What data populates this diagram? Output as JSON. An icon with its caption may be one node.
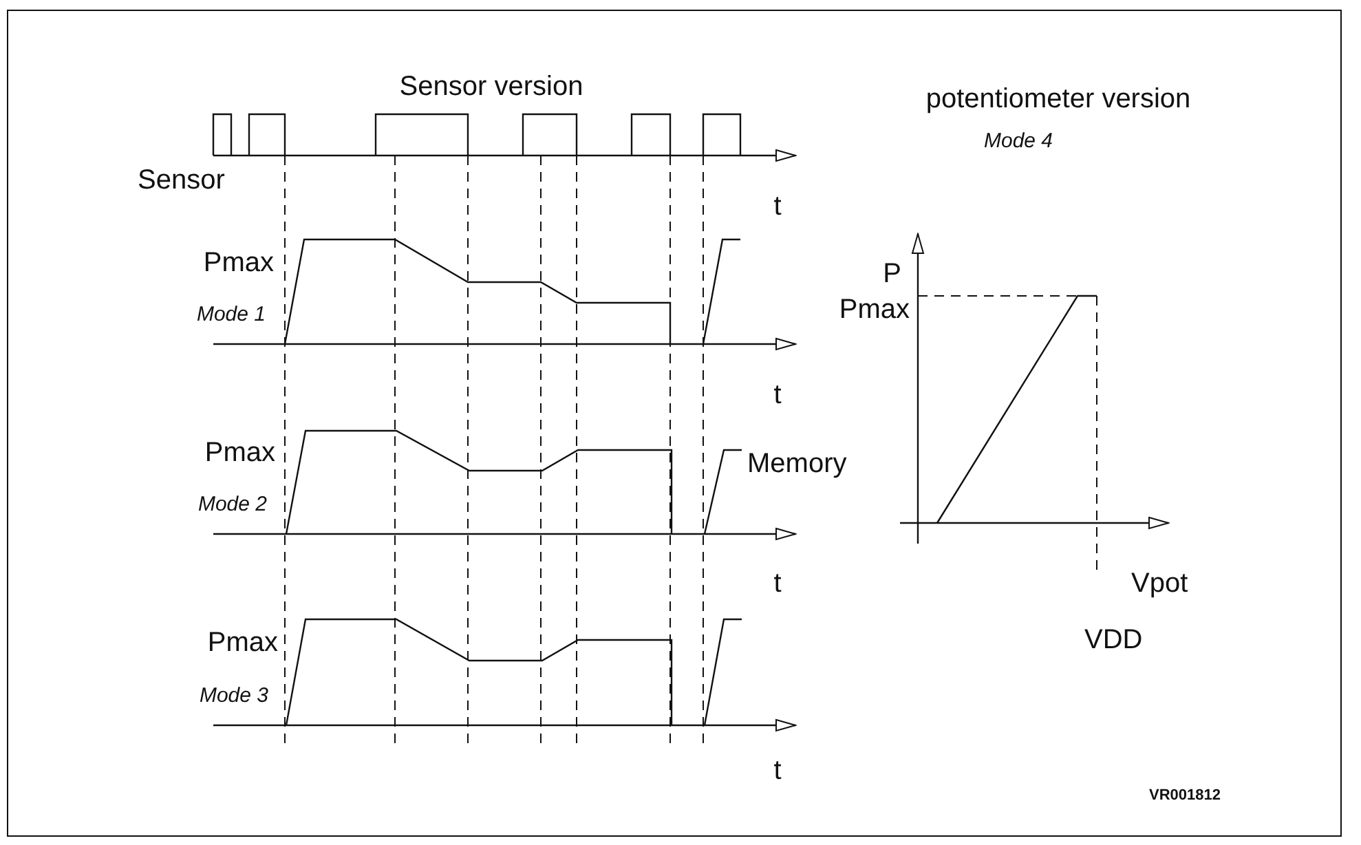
{
  "diagram": {
    "labels": [
      "Sensor version",
      "potentiometer version",
      "Mode 4",
      "Sensor",
      "t",
      "Pmax",
      "P",
      "Pmax",
      "Mode 1",
      "t",
      "Pmax",
      "Memory",
      "Mode 2",
      "t",
      "Vpot",
      "Pmax",
      "VDD",
      "Mode 3",
      "t",
      "VR001812"
    ]
  }
}
